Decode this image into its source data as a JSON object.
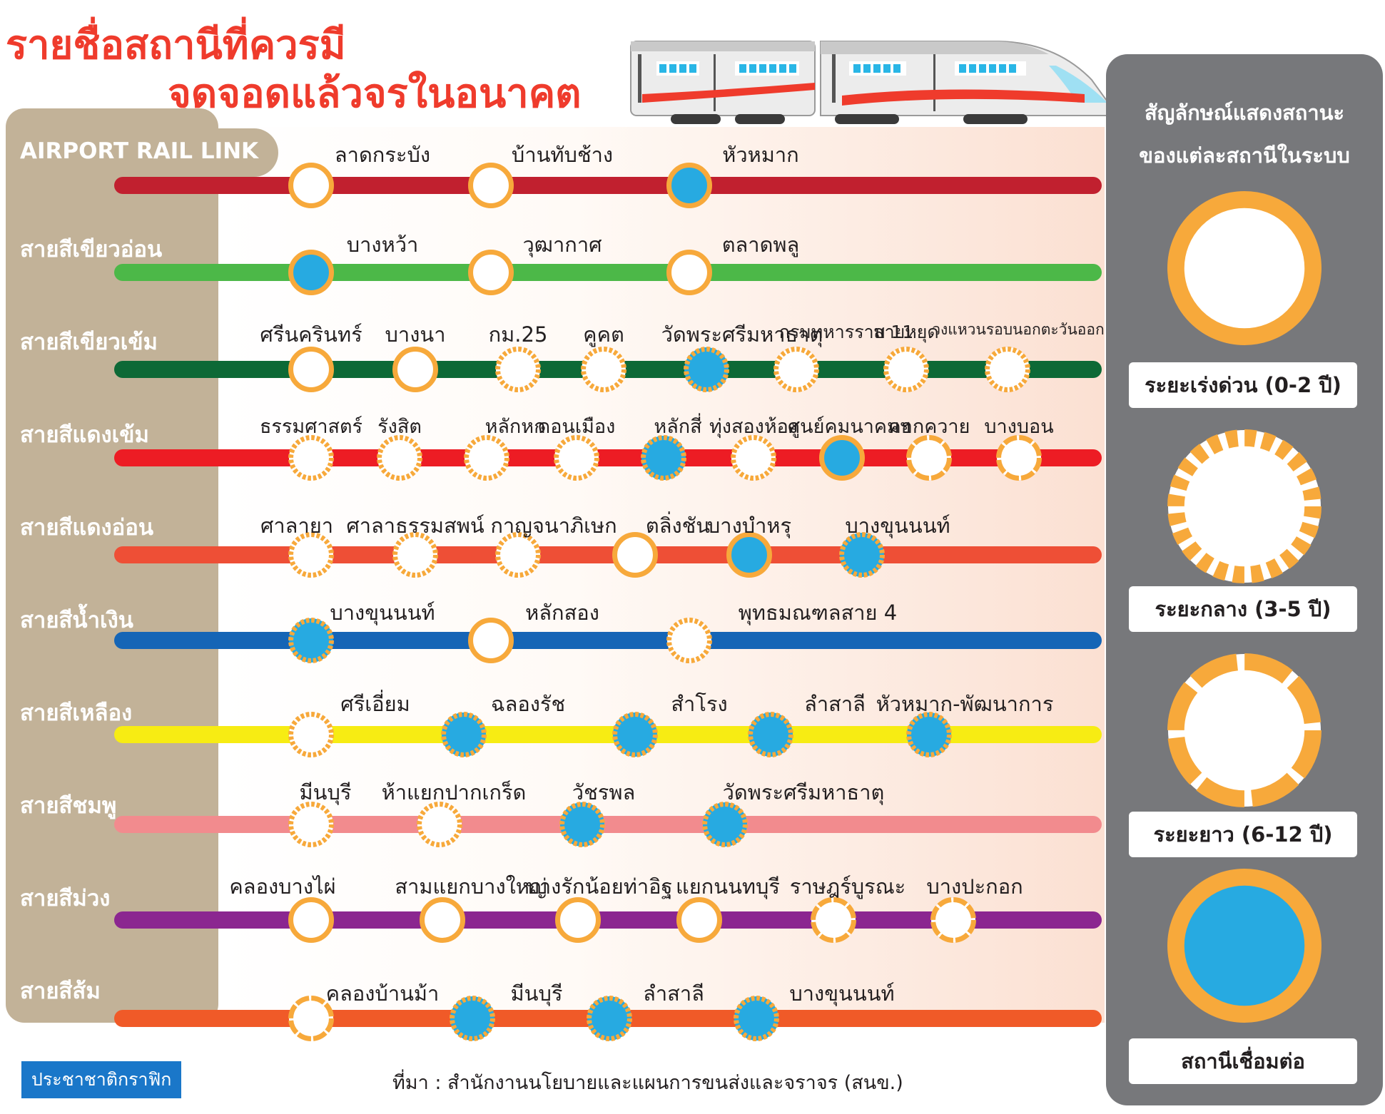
{
  "title": {
    "line1": "รายชื่อสถานีที่ควรมี",
    "line2": "จุดจอดแล้วจรในอนาคต"
  },
  "colors": {
    "title": "#ef3b2c",
    "ring": "#f7a93b",
    "interchange": "#27aae1",
    "sidebar": "#c2b298",
    "legend_panel": "#77787b"
  },
  "lines": [
    {
      "name": "AIRPORT RAIL LINK",
      "color": "#c1202f",
      "stations": [
        {
          "name": "ลาดกระบัง",
          "status": "urgent"
        },
        {
          "name": "บ้านทับช้าง",
          "status": "urgent"
        },
        {
          "name": "หัวหมาก",
          "status": "interchange-urgent"
        }
      ]
    },
    {
      "name": "สายสีเขียวอ่อน",
      "color": "#4cb848",
      "stations": [
        {
          "name": "บางหว้า",
          "status": "interchange-urgent"
        },
        {
          "name": "วุฒากาศ",
          "status": "urgent"
        },
        {
          "name": "ตลาดพลู",
          "status": "urgent"
        }
      ]
    },
    {
      "name": "สายสีเขียวเข้ม",
      "color": "#0d6936",
      "stations": [
        {
          "name": "ศรีนครินทร์",
          "status": "urgent"
        },
        {
          "name": "บางนา",
          "status": "urgent"
        },
        {
          "name": "กม.25",
          "status": "medium"
        },
        {
          "name": "คูคต",
          "status": "medium"
        },
        {
          "name": "วัดพระศรีมหาธาตุ",
          "status": "interchange-medium"
        },
        {
          "name": "กรมทหารราบ 11",
          "status": "medium"
        },
        {
          "name": "สายหยุด",
          "status": "medium"
        },
        {
          "name": "วงแหวนรอบนอกตะวันออก",
          "status": "medium"
        }
      ]
    },
    {
      "name": "สายสีแดงเข้ม",
      "color": "#ed1c24",
      "stations": [
        {
          "name": "ธรรมศาสตร์",
          "status": "medium"
        },
        {
          "name": "รังสิต",
          "status": "medium"
        },
        {
          "name": "หลักหก",
          "status": "medium"
        },
        {
          "name": "ดอนเมือง",
          "status": "medium"
        },
        {
          "name": "หลักสี่",
          "status": "interchange-medium"
        },
        {
          "name": "ทุ่งสองห้อง",
          "status": "medium"
        },
        {
          "name": "ศูนย์คมนาคมฯ",
          "status": "interchange-urgent"
        },
        {
          "name": "คอกควาย",
          "status": "long"
        },
        {
          "name": "บางบอน",
          "status": "long"
        }
      ]
    },
    {
      "name": "สายสีแดงอ่อน",
      "color": "#ee4f36",
      "stations": [
        {
          "name": "ศาลายา",
          "status": "medium"
        },
        {
          "name": "ศาลาธรรมสพน์",
          "status": "medium"
        },
        {
          "name": "กาญจนาภิเษก",
          "status": "medium"
        },
        {
          "name": "ตลิ่งชัน",
          "status": "urgent"
        },
        {
          "name": "บางบำหรุ",
          "status": "interchange-urgent"
        },
        {
          "name": "บางขุนนนท์",
          "status": "interchange-medium"
        }
      ]
    },
    {
      "name": "สายสีน้ำเงิน",
      "color": "#1565b6",
      "stations": [
        {
          "name": "บางขุนนนท์",
          "status": "interchange-medium"
        },
        {
          "name": "หลักสอง",
          "status": "urgent"
        },
        {
          "name": "พุทธมณฑลสาย 4",
          "status": "medium"
        }
      ]
    },
    {
      "name": "สายสีเหลือง",
      "color": "#f7ec13",
      "stations": [
        {
          "name": "ศรีเอี่ยม",
          "status": "medium"
        },
        {
          "name": "ฉลองรัช",
          "status": "interchange-medium"
        },
        {
          "name": "สำโรง",
          "status": "interchange-medium"
        },
        {
          "name": "ลำสาลี",
          "status": "interchange-medium"
        },
        {
          "name": "หัวหมาก-พัฒนาการ",
          "status": "interchange-medium"
        }
      ]
    },
    {
      "name": "สายสีชมพู",
      "color": "#f28b8e",
      "stations": [
        {
          "name": "มีนบุรี",
          "status": "medium"
        },
        {
          "name": "ห้าแยกปากเกร็ด",
          "status": "medium"
        },
        {
          "name": "วัชรพล",
          "status": "interchange-medium"
        },
        {
          "name": "วัดพระศรีมหาธาตุ",
          "status": "interchange-medium"
        }
      ]
    },
    {
      "name": "สายสีม่วง",
      "color": "#8b2690",
      "stations": [
        {
          "name": "คลองบางไผ่",
          "status": "urgent"
        },
        {
          "name": "สามแยกบางใหญ่",
          "status": "urgent"
        },
        {
          "name": "บางรักน้อยท่าอิฐ",
          "status": "urgent"
        },
        {
          "name": "แยกนนทบุรี",
          "status": "urgent"
        },
        {
          "name": "ราษฎร์บูรณะ",
          "status": "long"
        },
        {
          "name": "บางปะกอก",
          "status": "long"
        }
      ]
    },
    {
      "name": "สายสีส้ม",
      "color": "#f05a28",
      "stations": [
        {
          "name": "คลองบ้านม้า",
          "status": "long"
        },
        {
          "name": "มีนบุรี",
          "status": "interchange-medium"
        },
        {
          "name": "ลำสาลี",
          "status": "interchange-medium"
        },
        {
          "name": "บางขุนนนท์",
          "status": "interchange-medium"
        }
      ]
    }
  ],
  "legend": {
    "title_line1": "สัญลักษณ์แสดงสถานะ",
    "title_line2": "ของแต่ละสถานีในระบบ",
    "items": [
      {
        "label": "ระยะเร่งด่วน (0-2 ปี)",
        "status": "urgent"
      },
      {
        "label": "ระยะกลาง (3-5 ปี)",
        "status": "medium"
      },
      {
        "label": "ระยะยาว (6-12 ปี)",
        "status": "long"
      },
      {
        "label": "สถานีเชื่อมต่อ",
        "status": "interchange"
      }
    ]
  },
  "footer": {
    "brand": "ประชาชาติกราฟิก",
    "source": "ที่มา : สำนักงานนโยบายและแผนการขนส่งและจราจร (สนข.)"
  }
}
